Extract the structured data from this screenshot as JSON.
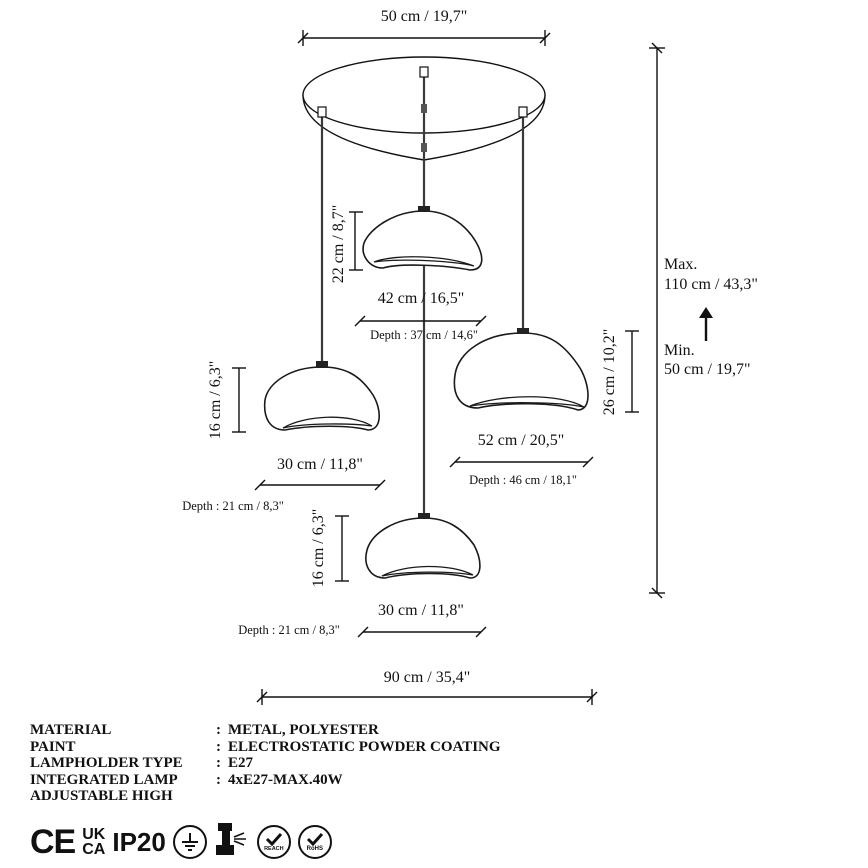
{
  "dimensions": {
    "canopy_width": "50 cm / 19,7\"",
    "top_shade_height": "22 cm / 8,7\"",
    "top_shade_width": "42 cm / 16,5\"",
    "top_shade_depth": "Depth : 37 cm / 14,6\"",
    "left_shade_height": "16 cm / 6,3\"",
    "left_shade_width": "30 cm / 11,8\"",
    "left_shade_depth": "Depth : 21 cm / 8,3\"",
    "right_shade_height": "26 cm / 10,2\"",
    "right_shade_width": "52 cm / 20,5\"",
    "right_shade_depth": "Depth : 46 cm / 18,1\"",
    "bottom_shade_height": "16 cm / 6,3\"",
    "bottom_shade_width": "30 cm / 11,8\"",
    "bottom_shade_depth": "Depth : 21 cm / 8,3\"",
    "total_width": "90 cm / 35,4\"",
    "max_label": "Max.",
    "max_value": "110 cm / 43,3\"",
    "min_label": "Min.",
    "min_value": "50 cm / 19,7\""
  },
  "specs": [
    {
      "label": "MATERIAL",
      "colon": ":",
      "value": "METAL, POLYESTER"
    },
    {
      "label": "PAINT",
      "colon": ":",
      "value": "ELECTROSTATIC POWDER COATING"
    },
    {
      "label": "LAMPHOLDER TYPE",
      "colon": ":",
      "value": "E27"
    },
    {
      "label": "INTEGRATED LAMP",
      "colon": ":",
      "value": "4xE27-MAX.40W"
    },
    {
      "label": "ADJUSTABLE HIGH",
      "colon": "",
      "value": ""
    }
  ],
  "certifications": {
    "ce": "CE",
    "uk": "UK",
    "ca": "CA",
    "ip": "IP20",
    "reach": "REACH",
    "rohs": "RoHS",
    "icons": [
      "ground-symbol-icon",
      "hazard-clamp-icon",
      "reach-check-icon",
      "rohs-check-icon"
    ]
  }
}
